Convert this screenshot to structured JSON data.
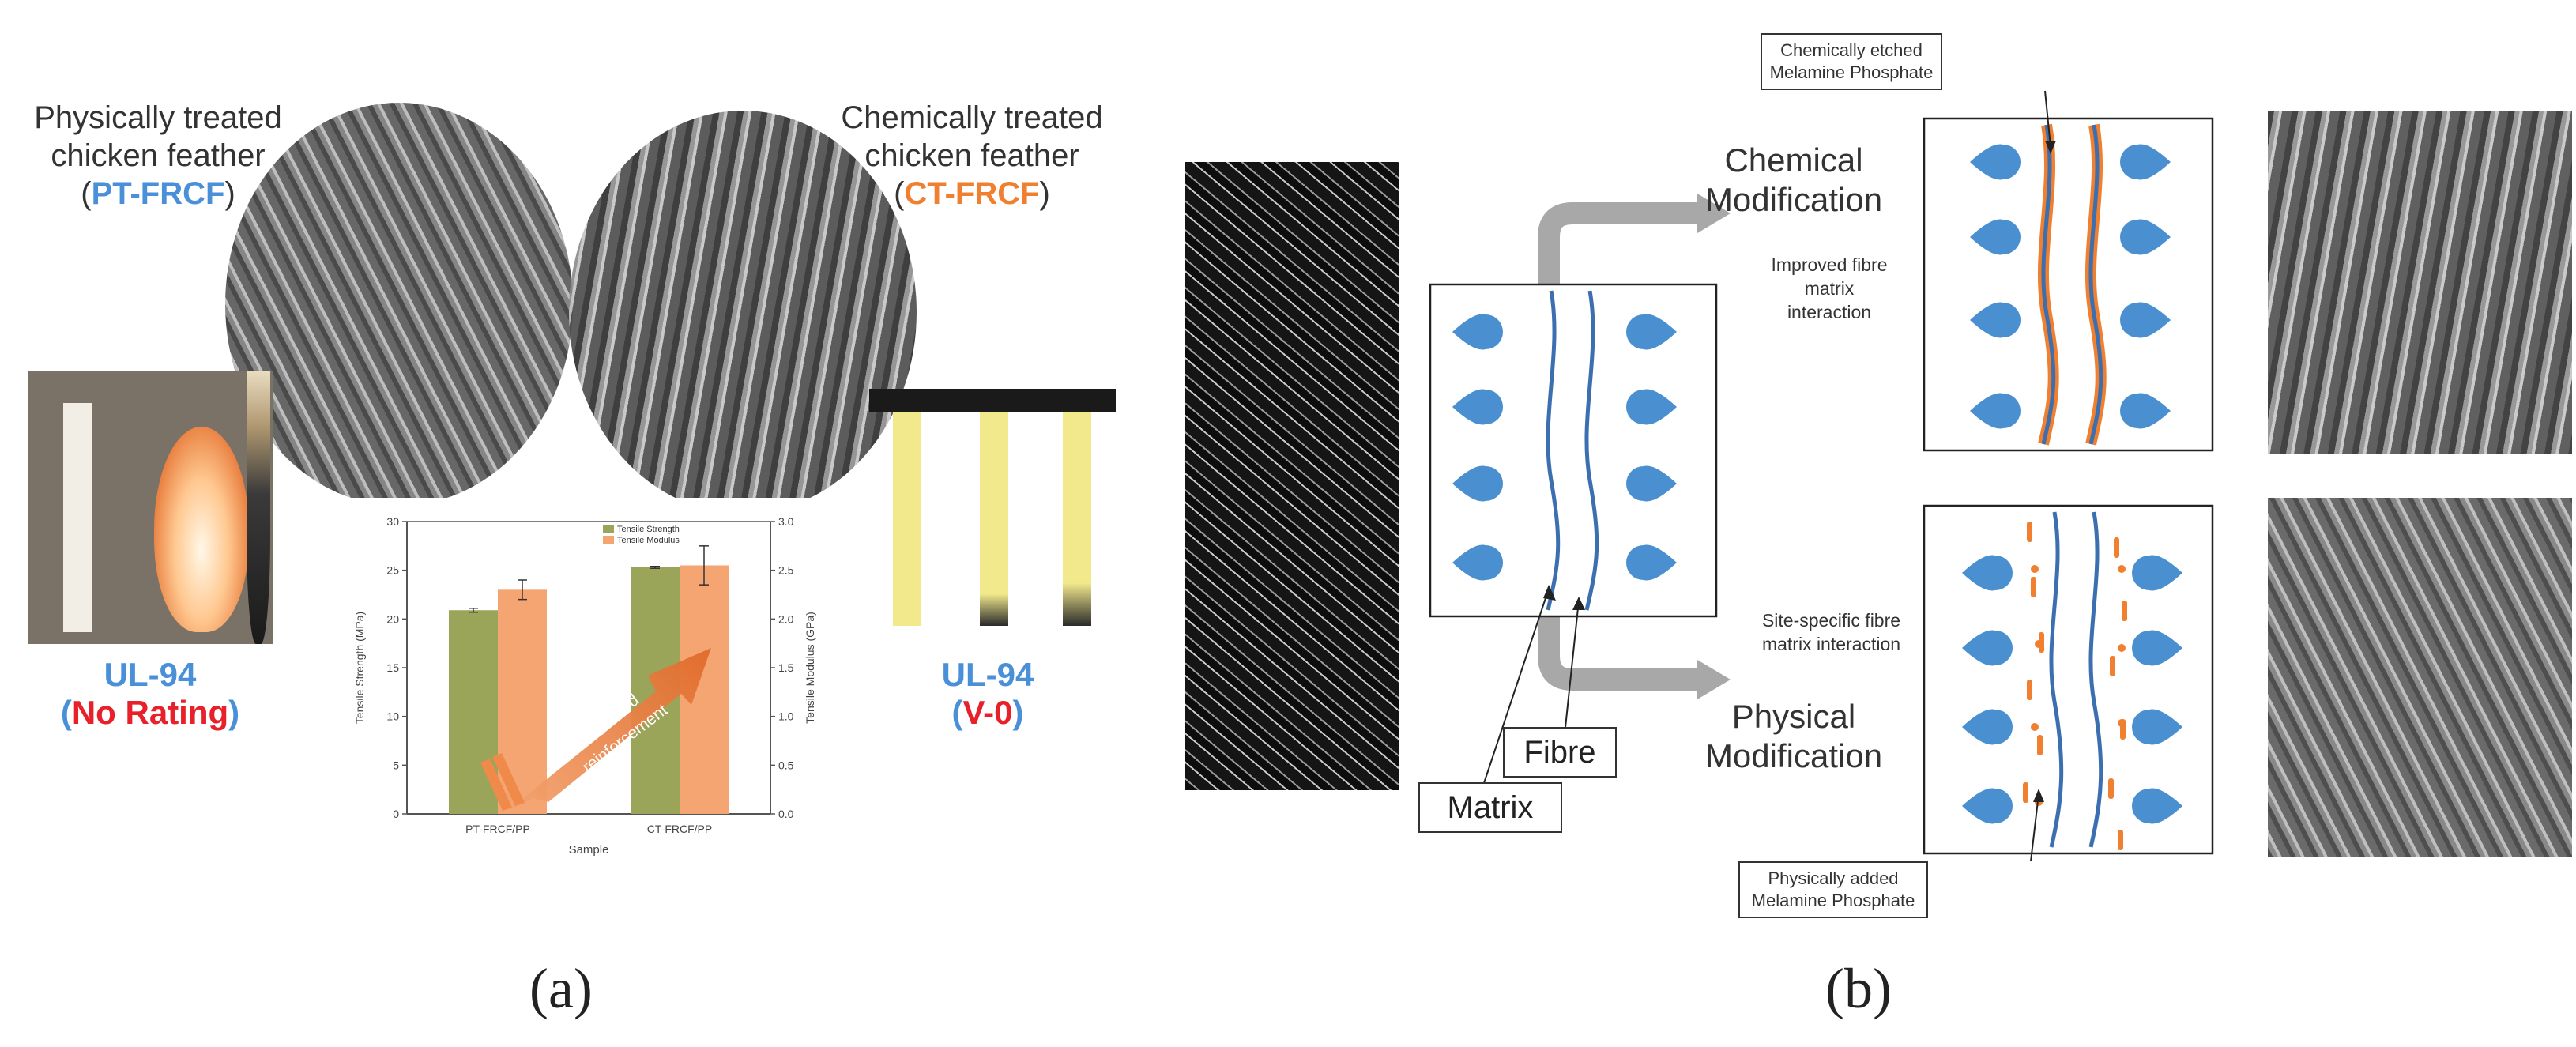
{
  "panel_a": {
    "pt_label_line1": "Physically treated",
    "pt_label_line2": "chicken feather",
    "pt_code": "PT-FRCF",
    "ct_label_line1": "Chemically treated",
    "ct_label_line2": "chicken feather",
    "ct_code": "CT-FRCF",
    "left_rating_title": "UL-94",
    "left_rating_value": "No Rating",
    "right_rating_title": "UL-94",
    "right_rating_value": "V-0",
    "caption": "(a)"
  },
  "chart_data": {
    "type": "bar",
    "categories": [
      "PT-FRCF/PP",
      "CT-FRCF/PP"
    ],
    "series": [
      {
        "name": "Tensile Strength",
        "values": [
          20.9,
          25.3
        ],
        "errors": [
          0.2,
          0.1
        ],
        "color": "#9aa55a"
      },
      {
        "name": "Tensile Modulus",
        "values": [
          2.3,
          2.55
        ],
        "errors": [
          0.1,
          0.2
        ],
        "color": "#f4a572"
      }
    ],
    "xlabel": "Sample",
    "ylabel": "Tensile Strength (MPa)",
    "y2label": "Tensile Modulus (GPa)",
    "ylim": [
      0,
      30
    ],
    "y2lim": [
      0,
      3.0
    ],
    "yticks": [
      "0",
      "5",
      "10",
      "15",
      "20",
      "25",
      "30"
    ],
    "y2ticks": [
      "0.0",
      "0.5",
      "1.0",
      "1.5",
      "2.0",
      "2.5",
      "3.0"
    ],
    "annotation_line1": "Improved",
    "annotation_line2": "reinforcement",
    "legend_position": "top-right"
  },
  "panel_b": {
    "chem_mod_line1": "Chemical",
    "chem_mod_line2": "Modification",
    "phys_mod_line1": "Physical",
    "phys_mod_line2": "Modification",
    "improved_line1": "Improved fibre",
    "improved_line2": "matrix",
    "improved_line3": "interaction",
    "site_line1": "Site-specific fibre",
    "site_line2": "matrix interaction",
    "callout_top_line1": "Chemically etched",
    "callout_top_line2": "Melamine Phosphate",
    "callout_bottom_line1": "Physically added",
    "callout_bottom_line2": "Melamine Phosphate",
    "fibre_label": "Fibre",
    "matrix_label": "Matrix",
    "caption": "(b)",
    "colors": {
      "droplet": "#4a8fd0",
      "fibre": "#3b6fb0",
      "etched": "#f08030"
    }
  }
}
